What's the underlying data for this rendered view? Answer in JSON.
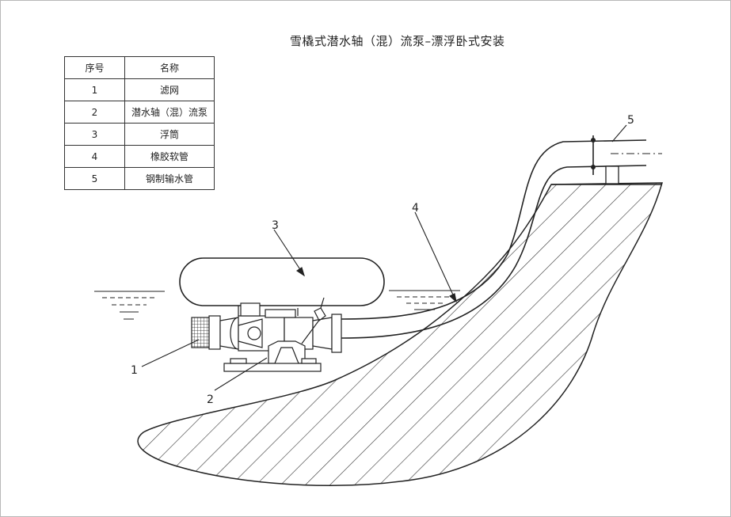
{
  "title": "雪橇式潜水轴（混）流泵–漂浮卧式安装",
  "table": {
    "headers": [
      "序号",
      "名称"
    ],
    "rows": [
      {
        "no": "1",
        "name": "滤网"
      },
      {
        "no": "2",
        "name": "潜水轴（混）流泵"
      },
      {
        "no": "3",
        "name": "浮筒"
      },
      {
        "no": "4",
        "name": "橡胶软管"
      },
      {
        "no": "5",
        "name": "钢制输水管"
      }
    ]
  },
  "callouts": [
    "1",
    "2",
    "3",
    "4",
    "5"
  ]
}
